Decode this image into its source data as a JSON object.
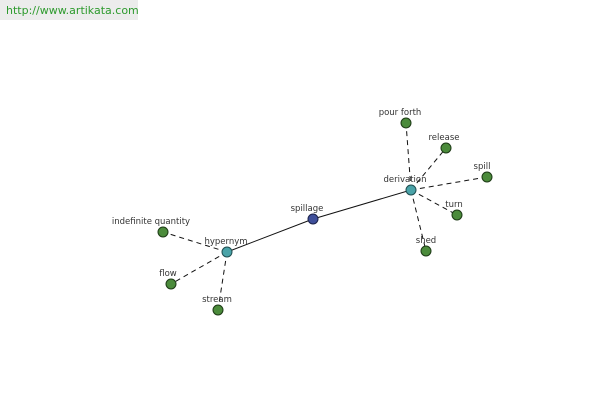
{
  "header": {
    "url": "http://www.artikata.com"
  },
  "colors": {
    "leaf": "#4b8b3b",
    "hub": "#4aa3a8",
    "root": "#3f4f9a",
    "url_text": "#2d9a2d"
  },
  "graph": {
    "nodes": {
      "spillage": {
        "label": "spillage"
      },
      "derivation": {
        "label": "derivation"
      },
      "hypernym": {
        "label": "hypernym"
      },
      "pour_forth": {
        "label": "pour forth"
      },
      "release": {
        "label": "release"
      },
      "spill": {
        "label": "spill"
      },
      "turn": {
        "label": "turn"
      },
      "shed": {
        "label": "shed"
      },
      "indefinite_quantity": {
        "label": "indefinite quantity"
      },
      "flow": {
        "label": "flow"
      },
      "stream": {
        "label": "stream"
      }
    }
  }
}
